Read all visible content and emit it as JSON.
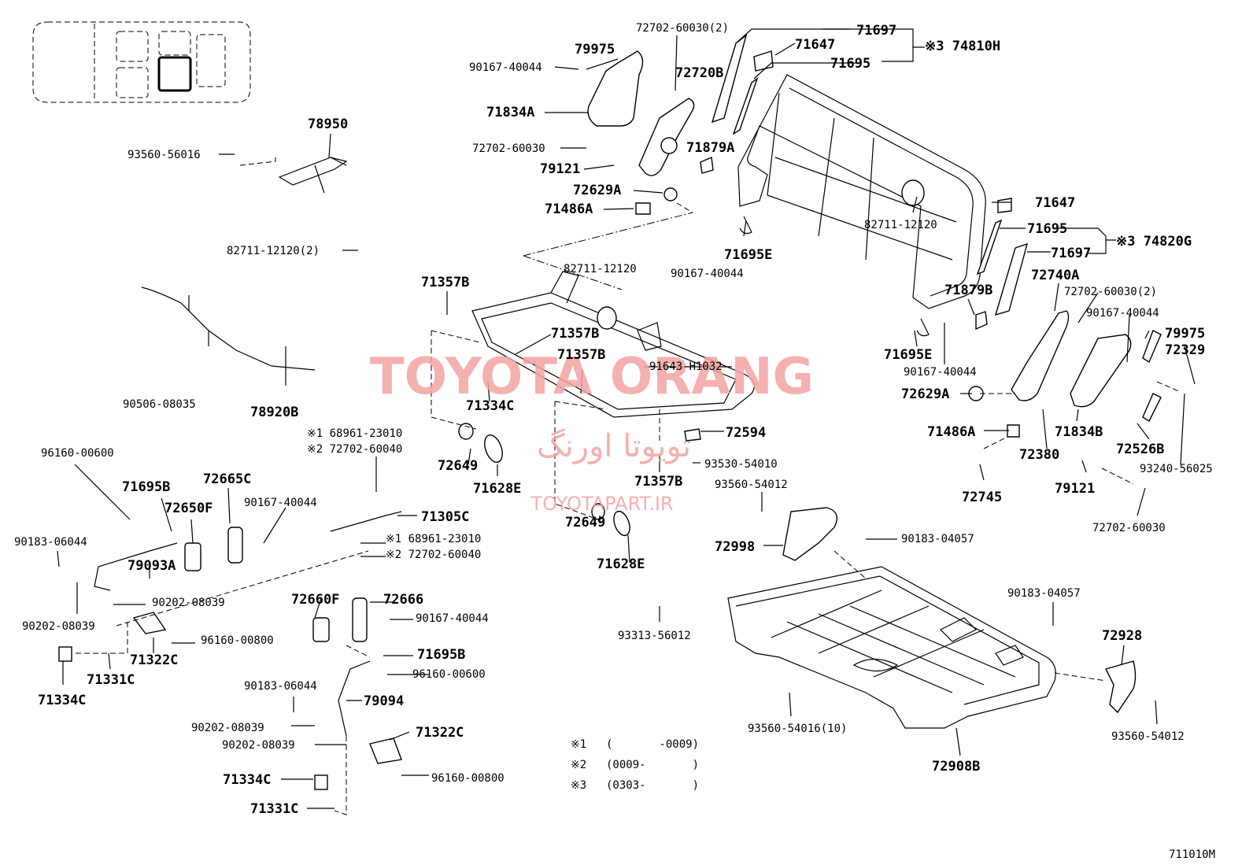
{
  "diagram_code": "711010M",
  "watermark": {
    "line1": "TOYOTA ORANG",
    "line2": "تویوتا اورنگ",
    "line3": "TOYOTAPART.IR",
    "color": "#f4a3a3"
  },
  "notes": [
    {
      "mark": "※1",
      "range": "(       -0009)"
    },
    {
      "mark": "※2",
      "range": "(0009-       )"
    },
    {
      "mark": "※3",
      "range": "(0303-       )"
    }
  ],
  "labels": {
    "l01": "72702-60030(2)",
    "l02": "71697",
    "l03": "71647",
    "l04": "71695",
    "l05": "※3 74810H",
    "l06": "79975",
    "l07": "90167-40044",
    "l08": "72720B",
    "l09": "71834A",
    "l10": "72702-60030",
    "l11": "71879A",
    "l12": "79121",
    "l13": "72629A",
    "l14": "71486A",
    "l15": "78950",
    "l16": "93560-56016",
    "l17": "82711-12120(2)",
    "l18": "71647",
    "l19": "82711-12120",
    "l20": "71695",
    "l21": "※3 74820G",
    "l22": "71697",
    "l23": "71695E",
    "l24": "90167-40044",
    "l25": "82711-12120",
    "l26": "71357B",
    "l27": "71357B",
    "l28": "71879B",
    "l29": "72740A",
    "l30": "72702-60030(2)",
    "l31": "90167-40044",
    "l32": "79975",
    "l33": "72329",
    "l34": "71357B",
    "l35": "71695E",
    "l36": "90167-40044",
    "l37": "91643-H1032",
    "l38": "72629A",
    "l39": "90506-08035",
    "l40": "78920B",
    "l41": "71334C",
    "l42": "71834B",
    "l43": "71486A",
    "l44": "72594",
    "l45": "72380",
    "l46": "72526B",
    "l47": "※1 68961-23010",
    "l48": "※2 72702-60040",
    "l49": "96160-00600",
    "l50": "72649",
    "l51": "71628E",
    "l52": "93530-54010",
    "l53": "71357B",
    "l54": "93240-56025",
    "l55": "71695B",
    "l56": "72665C",
    "l57": "72650F",
    "l58": "90167-40044",
    "l59": "71305C",
    "l60": "72745",
    "l61": "79121",
    "l62": "93560-54012",
    "l63": "90183-06044",
    "l64": "※1 68961-23010",
    "l65": "※2 72702-60040",
    "l66": "72649",
    "l67": "72998",
    "l68": "90183-04057",
    "l69": "72702-60030",
    "l70": "79093A",
    "l71": "71628E",
    "l72": "90183-04057",
    "l73": "90202-08039",
    "l74": "72660F",
    "l75": "72666",
    "l76": "90202-08039",
    "l77": "90167-40044",
    "l78": "96160-00800",
    "l79": "71322C",
    "l80": "72928",
    "l81": "93313-56012",
    "l82": "71695B",
    "l83": "71331C",
    "l84": "96160-00600",
    "l85": "71334C",
    "l86": "90183-06044",
    "l87": "79094",
    "l88": "90202-08039",
    "l89": "93560-54016(10)",
    "l90": "93560-54012",
    "l91": "90202-08039",
    "l92": "71322C",
    "l93": "72908B",
    "l94": "96160-00800",
    "l95": "71334C",
    "l96": "71331C"
  }
}
